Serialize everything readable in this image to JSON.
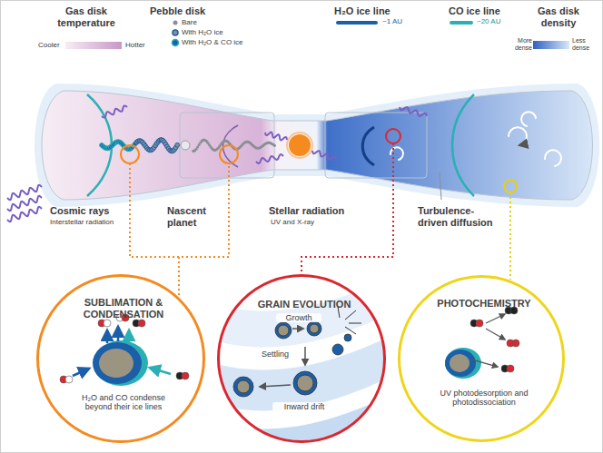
{
  "diagram": {
    "nodes": [
      {
        "text": [
          "SUBLIMATION & CONDENSATION",
          "H₂O and CO condense beyond their ice lines"
        ]
      },
      {
        "text": [
          "GRAIN EVOLUTION",
          "Growth",
          "Settling",
          "Inward drift"
        ]
      },
      {
        "text": [
          "PHOTOCHEMISTRY",
          "UV photodesorption and photodissociation"
        ]
      }
    ],
    "labels": [
      "Gas disk temperature",
      "Cooler",
      "Hotter",
      "Pebble disk",
      "~1 AU",
      "~20 AU",
      "Gas disk density",
      "More dense",
      "Less dense",
      "Cosmic rays",
      "Interstellar radiation",
      "Nascent planet",
      "Stellar radiation",
      "UV and X-ray",
      "Turbulence-driven diffusion"
    ],
    "legend": [
      {
        "text": "Bare"
      },
      {
        "text": "With H₂O ice"
      },
      {
        "text": "With H₂O & CO ice"
      },
      {
        "text": "H₂O ice line"
      },
      {
        "text": "CO ice line"
      }
    ]
  }
}
